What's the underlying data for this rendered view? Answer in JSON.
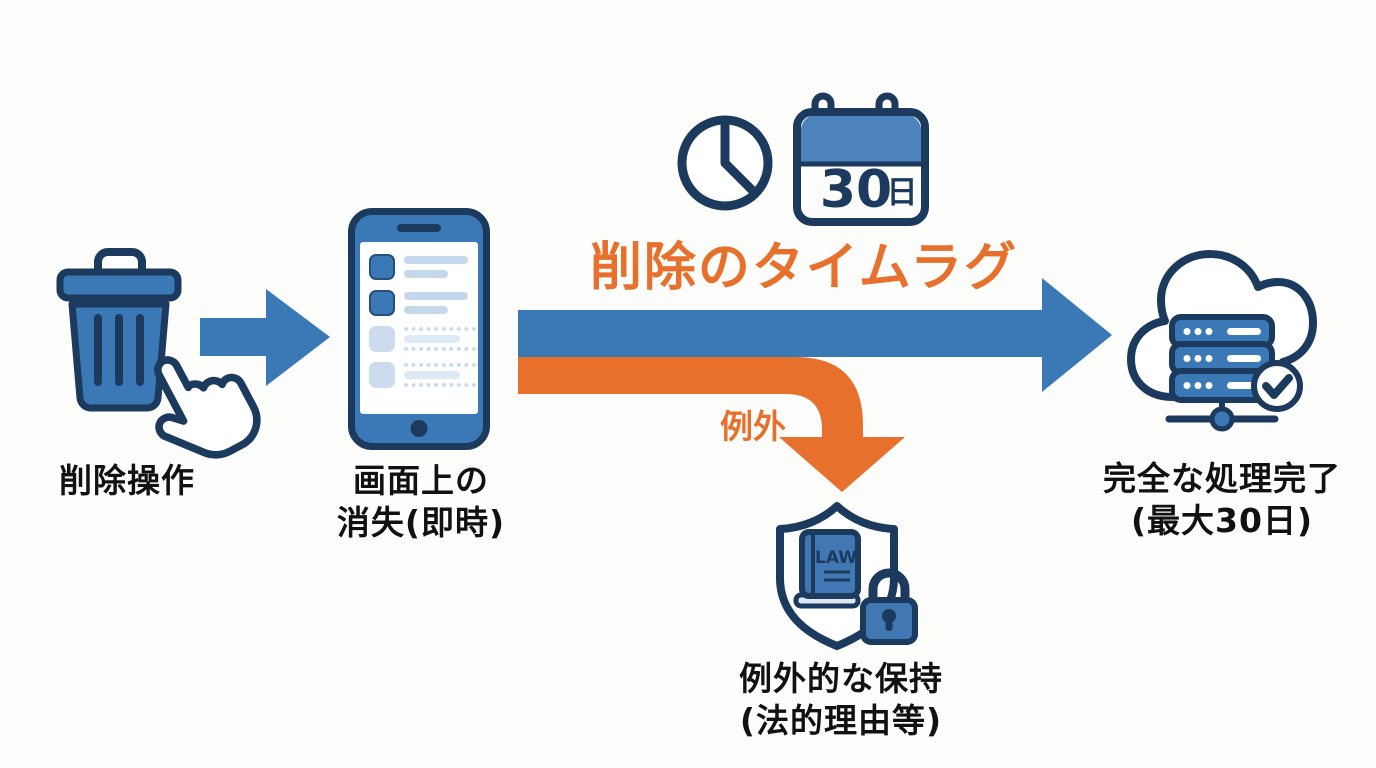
{
  "title": {
    "text": "削除のタイムラグ"
  },
  "nodes": {
    "delete_action": {
      "label": "削除操作"
    },
    "screen_disappear": {
      "label_line1": "画面上の",
      "label_line2": "消失(即時)"
    },
    "exception_retention": {
      "label_line1": "例外的な保持",
      "label_line2": "(法的理由等)"
    },
    "complete_processing": {
      "label_line1": "完全な処理完了",
      "label_line2": "(最大30日)"
    }
  },
  "annotations": {
    "exception_branch_label": "例外",
    "calendar_number": "30",
    "calendar_unit": "日",
    "law_book_label": "LAW"
  },
  "icons": [
    "trash-icon",
    "hand-cursor-icon",
    "arrow-right-icon",
    "smartphone-icon",
    "clock-icon",
    "calendar-icon",
    "main-flow-arrow",
    "exception-flow-arrow",
    "shield-icon",
    "law-book-icon",
    "padlock-icon",
    "cloud-icon",
    "server-icon",
    "check-circle-icon"
  ],
  "colors": {
    "primary_blue": "#3a79b6",
    "navy_outline": "#1c3a5e",
    "accent_orange": "#e8702d",
    "light_blue": "#c5d8eb",
    "faded_blue": "#ccdcee",
    "calendar_header_blue": "#4c83bd",
    "label_black": "#111111",
    "background": "#fdfdfb"
  }
}
